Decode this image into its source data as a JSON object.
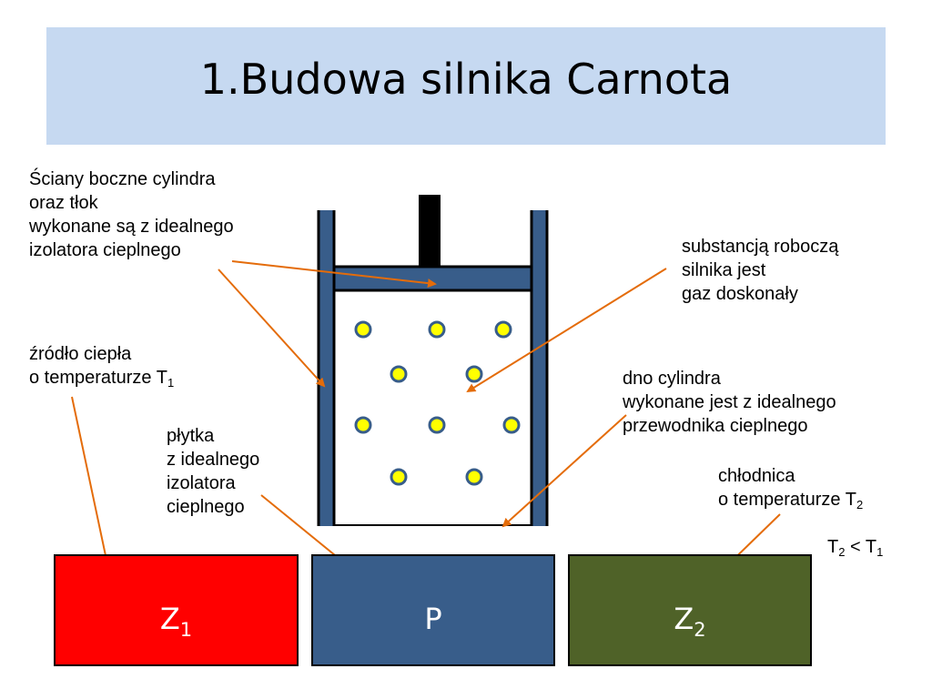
{
  "title": "1.Budowa silnika Carnota",
  "labels": {
    "walls": [
      "Ściany boczne cylindra",
      "oraz  tłok",
      "wykonane są z idealnego",
      "izolatora cieplnego"
    ],
    "substance": [
      "substancją roboczą",
      "silnika jest",
      "gaz doskonały"
    ],
    "heat_source": {
      "line1": "źródło ciepła",
      "line2_prefix": "o temperaturze T",
      "line2_sub": "1"
    },
    "bottom": [
      "dno cylindra",
      "wykonane jest z idealnego",
      "przewodnika cieplnego"
    ],
    "plate": [
      "płytka",
      "z idealnego",
      "izolatora",
      "cieplnego"
    ],
    "cooler": {
      "line1": "chłodnica",
      "line2_prefix": "o temperaturze T",
      "line2_sub": "2"
    },
    "relation": {
      "a": "T",
      "a_sub": "2",
      "op": " < ",
      "b": "T",
      "b_sub": "1"
    }
  },
  "blocks": {
    "z1": {
      "letter": "Z",
      "sub": "1"
    },
    "p": {
      "letter": "P"
    },
    "z2": {
      "letter": "Z",
      "sub": "2"
    }
  },
  "colors": {
    "title_bg": "#c6d9f1",
    "cylinder": "#385d8a",
    "arrow": "#e46c0a",
    "molecule": "#ffff00",
    "source": "#ff0000",
    "plate": "#385d8a",
    "cooler": "#4f6228"
  }
}
